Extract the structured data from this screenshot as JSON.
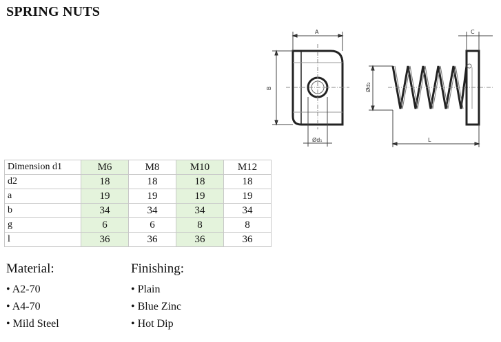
{
  "title": "SPRING NUTS",
  "drawing": {
    "labels": {
      "a": "A",
      "b": "B",
      "c": "C",
      "d1": "Ød₁",
      "d2": "Ød₂",
      "l": "L"
    }
  },
  "table": {
    "header": [
      "Dimension d1",
      "M6",
      "M8",
      "M10",
      "M12"
    ],
    "rows": [
      [
        "d2",
        "18",
        "18",
        "18",
        "18"
      ],
      [
        "a",
        "19",
        "19",
        "19",
        "19"
      ],
      [
        "b",
        "34",
        "34",
        "34",
        "34"
      ],
      [
        "g",
        "6",
        "6",
        "8",
        "8"
      ],
      [
        "l",
        "36",
        "36",
        "36",
        "36"
      ]
    ],
    "highlight_color": "#e4f3dc"
  },
  "material": {
    "heading": "Material:",
    "items": [
      "A2-70",
      "A4-70",
      "Mild Steel"
    ]
  },
  "finishing": {
    "heading": "Finishing:",
    "items": [
      "Plain",
      "Blue Zinc",
      "Hot Dip"
    ]
  }
}
